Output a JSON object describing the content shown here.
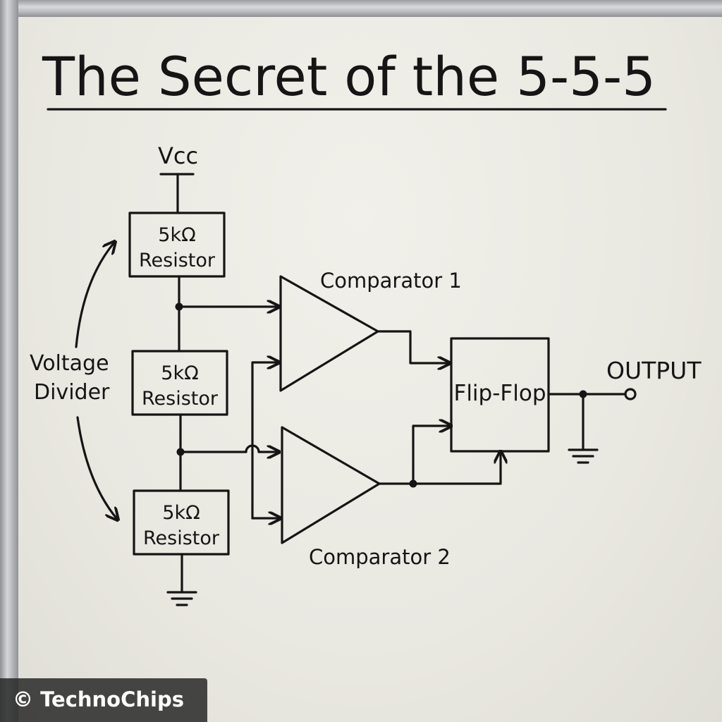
{
  "title": "The Secret of the 5-5-5",
  "supply_label": "Vcc",
  "resistors": [
    {
      "value": "5kΩ",
      "name": "Resistor"
    },
    {
      "value": "5kΩ",
      "name": "Resistor"
    },
    {
      "value": "5kΩ",
      "name": "Resistor"
    }
  ],
  "divider_label": {
    "line1": "Voltage",
    "line2": "Divider"
  },
  "comparators": [
    {
      "label": "Comparator 1"
    },
    {
      "label": "Comparator 2"
    }
  ],
  "flipflop_label": "Flip-Flop",
  "output_label": "OUTPUT",
  "watermark": "© TechnoChips",
  "colors": {
    "ink": "#151515",
    "board": "#ebeae3",
    "frame": "#b5b6b8"
  }
}
